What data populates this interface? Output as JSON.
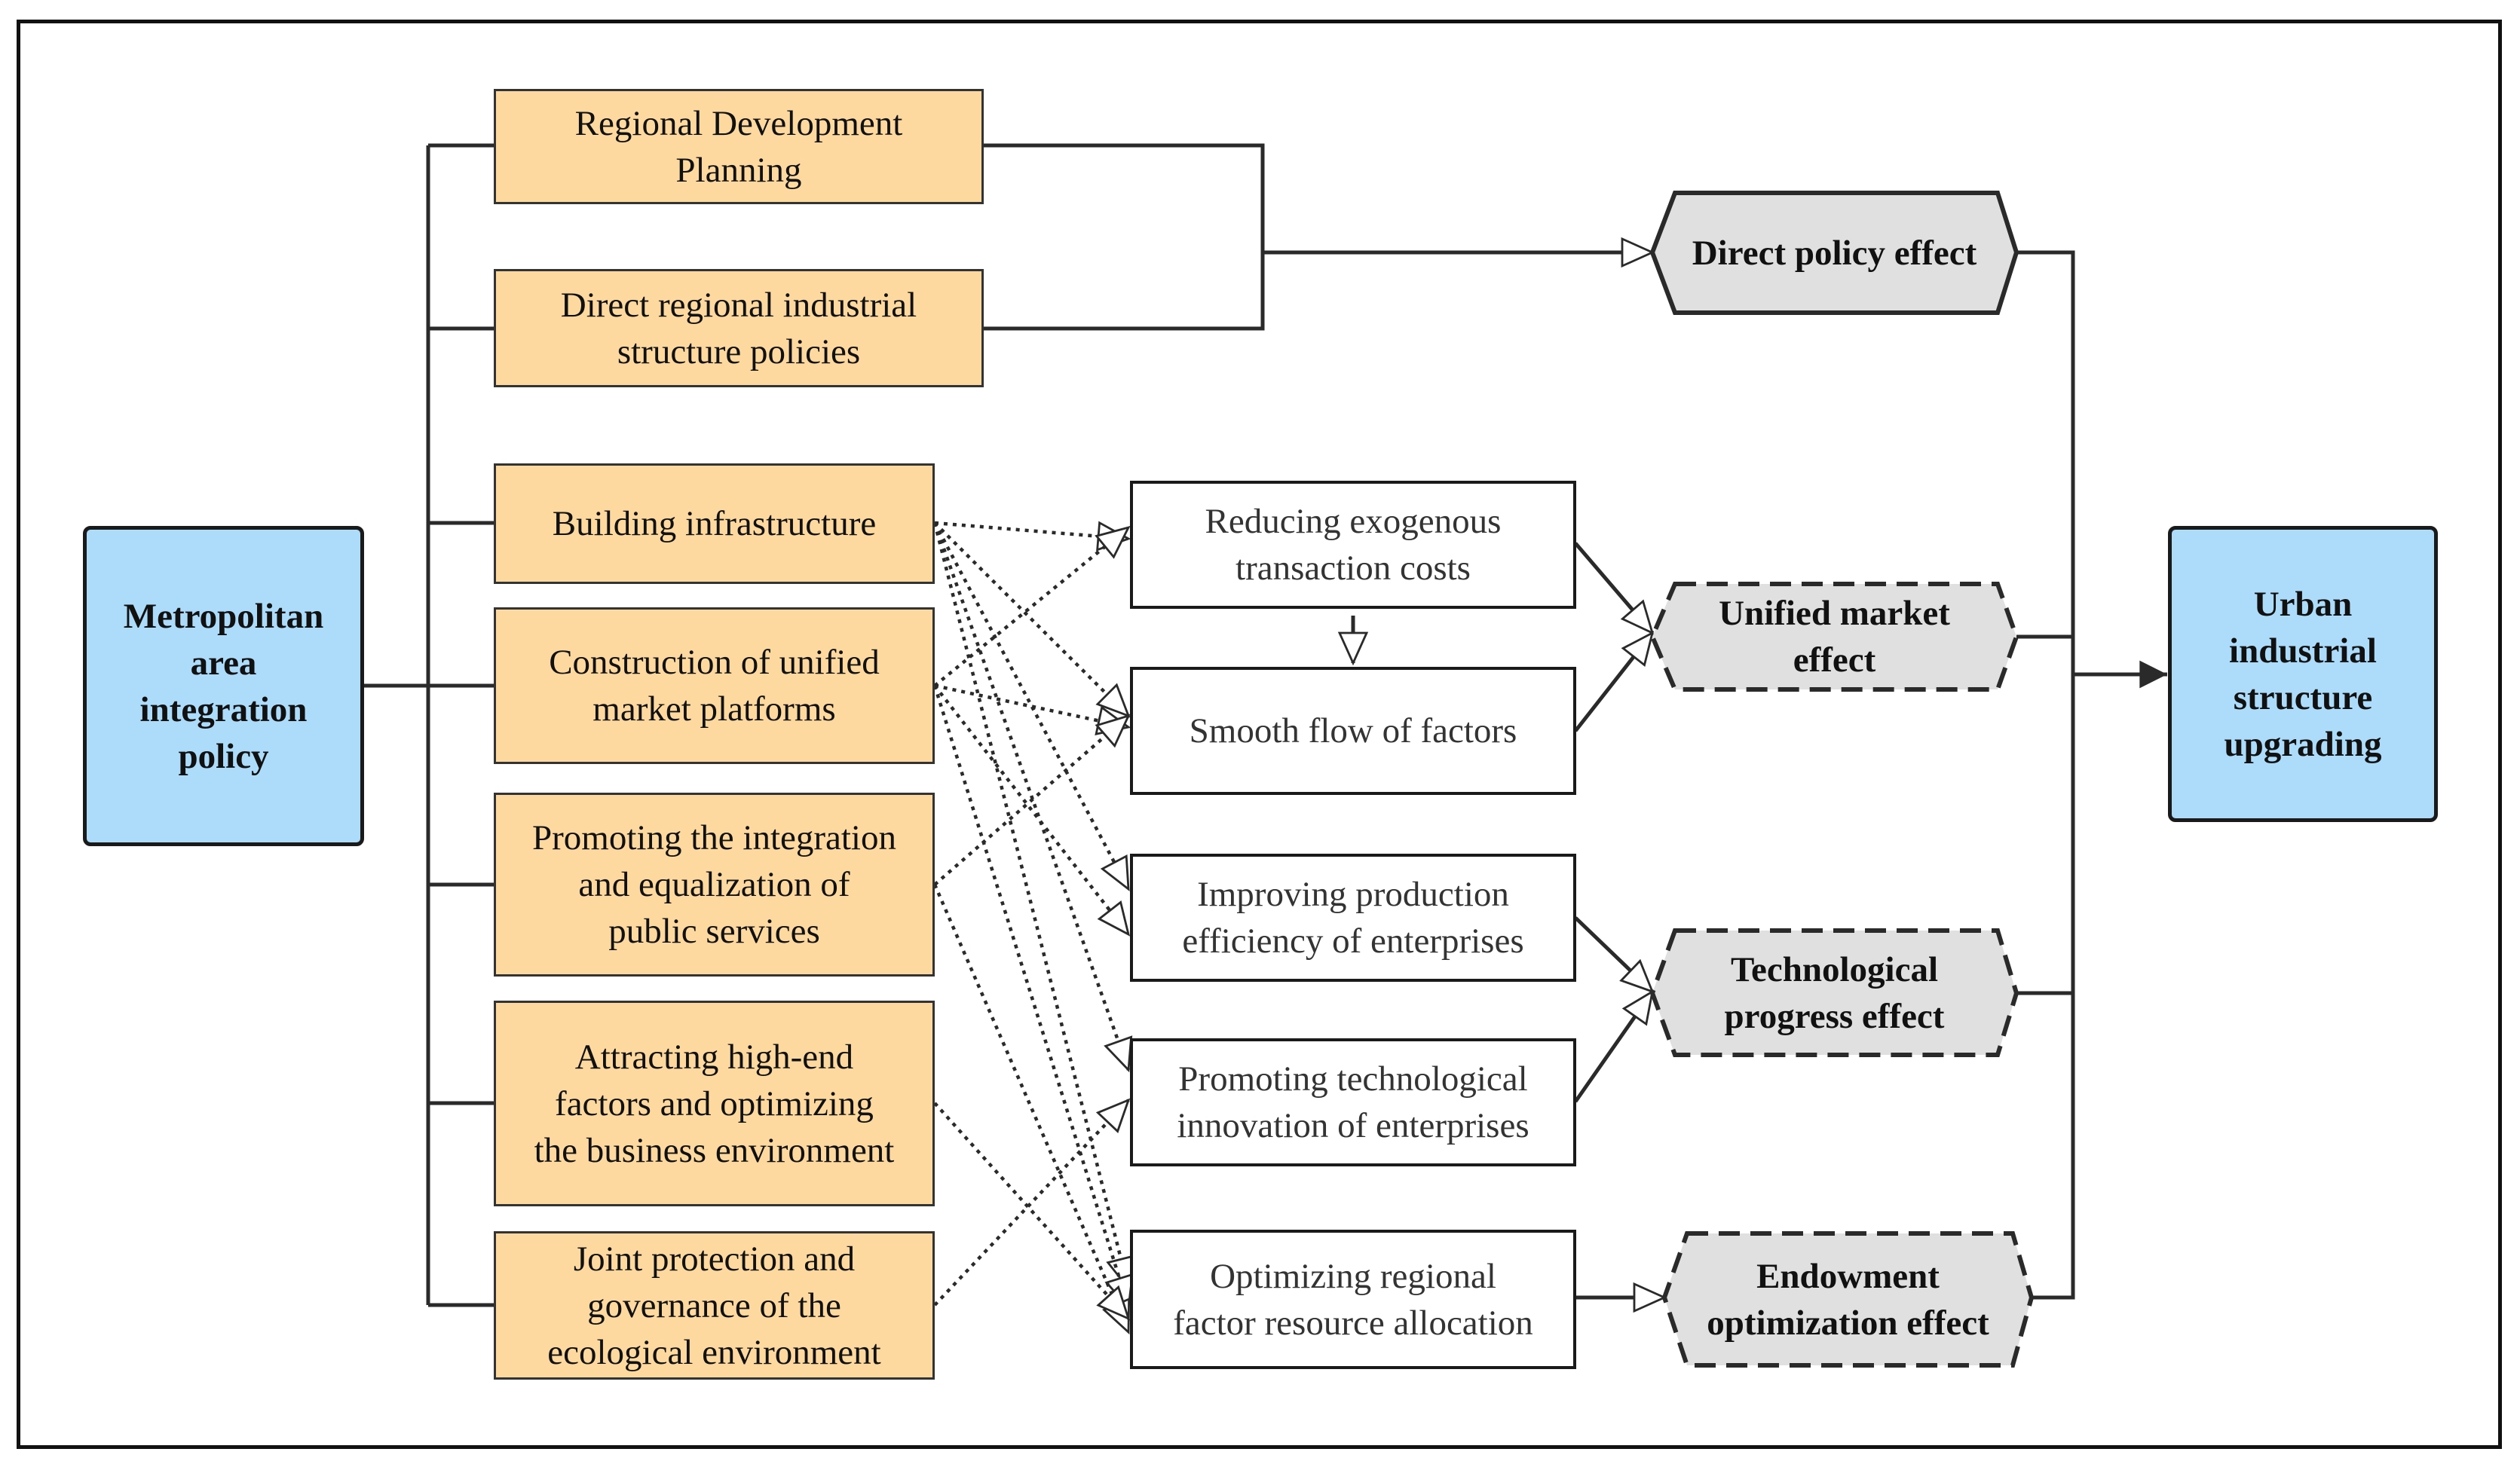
{
  "left_node": {
    "label": "Metropolitan\narea\nintegration\npolicy"
  },
  "right_node": {
    "label": "Urban\nindustrial\nstructure\nupgrading"
  },
  "policy_boxes": [
    {
      "label": "Regional Development\nPlanning"
    },
    {
      "label": "Direct regional industrial\nstructure policies"
    },
    {
      "label": "Building infrastructure"
    },
    {
      "label": "Construction of unified\nmarket platforms"
    },
    {
      "label": "Promoting the integration\nand equalization of\npublic services"
    },
    {
      "label": "Attracting high-end\nfactors and optimizing\nthe business environment"
    },
    {
      "label": "Joint protection and\ngovernance of the\necological environment"
    }
  ],
  "mechanism_boxes": [
    {
      "label": "Reducing exogenous\ntransaction costs"
    },
    {
      "label": "Smooth flow of factors"
    },
    {
      "label": "Improving  production\nefficiency of enterprises"
    },
    {
      "label": "Promoting technological\ninnovation of enterprises"
    },
    {
      "label": "Optimizing regional\nfactor resource allocation"
    }
  ],
  "effects": [
    {
      "label": "Direct policy effect",
      "border_style": "solid"
    },
    {
      "label": "Unified market\neffect",
      "border_style": "dashed"
    },
    {
      "label": "Technological\nprogress effect",
      "border_style": "dashed"
    },
    {
      "label": "Endowment\noptimization effect",
      "border_style": "dashed"
    }
  ],
  "colors": {
    "policy_fill": "#fdd9a0",
    "endpoint_fill": "#acdcfa",
    "effect_fill": "#e0e0e0",
    "line": "#2a2a2a"
  }
}
